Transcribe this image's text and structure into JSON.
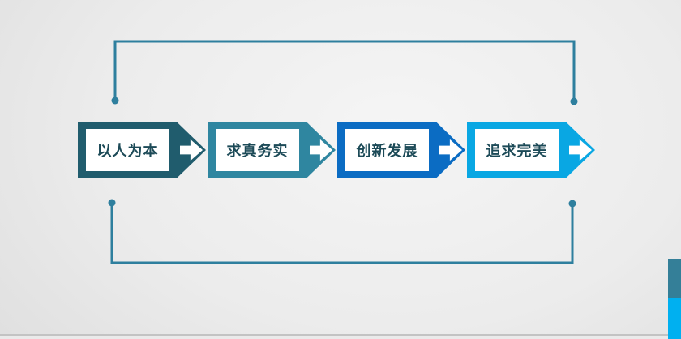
{
  "steps": [
    {
      "label": "以人为本",
      "color": "#205c6d"
    },
    {
      "label": "求真务实",
      "color": "#2f86a0"
    },
    {
      "label": "创新发展",
      "color": "#0b6cc3"
    },
    {
      "label": "追求完美",
      "color": "#09a7e3"
    }
  ],
  "colors": {
    "bracket": "#2e7f9e",
    "text": "#1c4a57",
    "label_background": "#ffffff",
    "arrow_glyph": "#ffffff",
    "background_light": "#f5f5f5",
    "background_dark": "#cccccc"
  },
  "edge_tabs": [
    {
      "name": "teal-tab",
      "color": "#347f98"
    },
    {
      "name": "cyan-tab",
      "color": "#00b0f0"
    }
  ]
}
